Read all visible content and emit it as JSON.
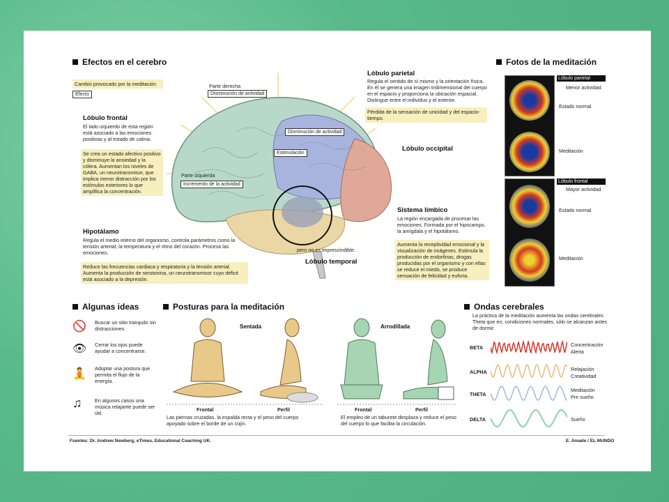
{
  "effects": {
    "header": "Efectos en el cerebro",
    "legend_change": "Cambio provocado por la meditación",
    "legend_effect": "Efecto"
  },
  "brain": {
    "right_part": "Parte derecha",
    "right_box": "Disminución de actividad",
    "left_part": "Parte izquierda",
    "left_box": "Incremento de la actividad",
    "mid_box": "Disminución de actividad",
    "stim_box": "Estimulación",
    "frontal_title": "Lóbulo frontal",
    "frontal_text": "El lado izquierdo de esta región está asociado a las emociones positivas y al estado de calma.",
    "frontal_effect": "Se crea un estado afectivo positivo y disminuye la ansiedad y la cólera. Aumentan los niveles de GABA, un neurotransmisor, que implica menor distracción por los estímulos exteriores lo que amplifica la concentración.",
    "parietal_title": "Lóbulo parietal",
    "parietal_text": "Regula el sentido de sí mismo y la orientación física. En él se genera una imagen tridimensional del cuerpo en el espacio y proporciona la ubicación espacial. Distingue entre el individuo y el exterior.",
    "parietal_effect": "Pérdida de la sensación de unicidad y del espacio-tiempo.",
    "occipital_title": "Lóbulo occipital",
    "limbic_title": "Sistema límbico",
    "limbic_text": "La región encargada de procesar las emociones. Formada por el hipocampo, la amígdala y el hipotálamo.",
    "limbic_effect": "Aumenta la receptividad emocional y la visualización de imágenes. Estimula la producción de endorfinas, drogas producidas por el organismo y con ellas se reduce el miedo, se produce sensación de felicidad y euforia.",
    "hypo_title": "Hipotálamo",
    "hypo_text": "Regula el medio interno del organismo, controla parámetros como la tensión arterial, la temperatura y el ritmo del corazón. Procesa las emociones.",
    "hypo_effect": "Reduce las frecuencias cardiaca y respiratoria y la tensión arterial. Aumenta la producción de serotonina, un neurotransmisor cuyo déficit está asociado a la depresión.",
    "temporal_note": "pero no es imprescindible.",
    "temporal_title": "Lóbulo temporal"
  },
  "photos": {
    "header": "Fotos de la meditación",
    "parietal_label": "Lóbulo parietal",
    "parietal_legend": "Menor actividad",
    "normal1": "Estado normal",
    "med1": "Meditación",
    "frontal_label": "Lóbulo frontal",
    "frontal_legend": "Mayor actividad",
    "normal2": "Estado normal",
    "med2": "Meditación"
  },
  "ideas": {
    "header": "Algunas ideas",
    "items": [
      {
        "text": "Buscar un sitio tranquilo sin distracciones.",
        "icon": "no-noise-icon"
      },
      {
        "text": "Cerrar los ojos puede ayudar a concentrarse.",
        "icon": "closed-eye-icon"
      },
      {
        "text": "Adoptar una postura que permita el flujo de la energía.",
        "icon": "meditating-figure-icon"
      },
      {
        "text": "En algunos casos una música relajante puede ser útil.",
        "icon": "music-notes-icon"
      }
    ]
  },
  "postures": {
    "header": "Posturas para la meditación",
    "seated": "Sentada",
    "kneeling": "Arrodillada",
    "frontal1": "Frontal",
    "perfil1": "Perfil",
    "frontal2": "Frontal",
    "perfil2": "Perfil",
    "seated_text": "Las piernas cruzadas, la espalda recta y el peso del cuerpo apoyado sobre el borde de un cojín.",
    "kneel_text": "El empleo de un taburete desplaza y reduce el peso del cuerpo lo que facilita la circulación.",
    "colors": {
      "seated": "#e8c98a",
      "kneeling": "#a7d4b2"
    }
  },
  "waves": {
    "header": "Ondas cerebrales",
    "intro": "La práctica de la meditación aumenta las ondas cerebrales Theta que en, condiciones normales, sólo se alcanzan antes de dormir.",
    "rows": [
      {
        "name": "BETA",
        "desc1": "Concentración",
        "desc2": "Alerta",
        "color": "#d9342b"
      },
      {
        "name": "ALPHA",
        "desc1": "Relajación",
        "desc2": "Creatividad",
        "color": "#e9b97a"
      },
      {
        "name": "THETA",
        "desc1": "Meditación",
        "desc2": "Pre sueño",
        "color": "#9fb7e0"
      },
      {
        "name": "DELTA",
        "desc1": "Sueño",
        "desc2": "",
        "color": "#8fd0a8"
      }
    ]
  },
  "footer": {
    "sources": "Fuentes: Dr. Andrew Newberg, eTimes, Educational Coaching UK.",
    "credit": "E. Amade / EL MUNDO"
  }
}
